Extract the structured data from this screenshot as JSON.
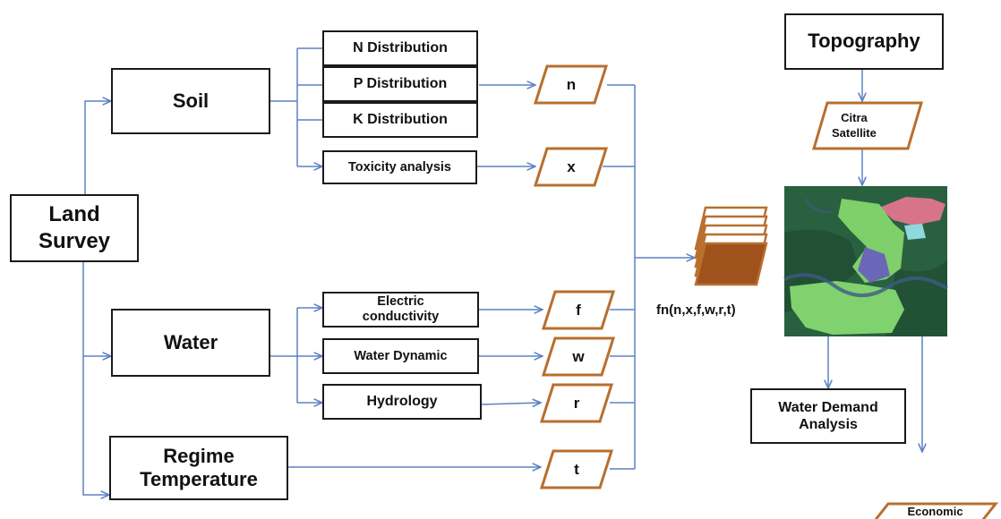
{
  "nodes": {
    "land_survey": "Land\nSurvey",
    "soil": "Soil",
    "water": "Water",
    "regime_temperature": "Regime\nTemperature",
    "n_distribution": "N Distribution",
    "p_distribution": "P Distribution",
    "k_distribution": "K Distribution",
    "toxicity_analysis": "Toxicity analysis",
    "electric_conductivity": "Electric\nconductivity",
    "water_dynamic": "Water Dynamic",
    "hydrology": "Hydrology",
    "topography": "Topography",
    "citra_satellite": "Citra\nSatellite",
    "water_demand_analysis": "Water Demand\nAnalysis",
    "economic_analysis": "Economic\nAnalysis"
  },
  "variables": {
    "n": "n",
    "x": "x",
    "f": "f",
    "w": "w",
    "r": "r",
    "t": "t"
  },
  "function_label": "fn(n,x,f,w,r,t)",
  "colors": {
    "connector": "#5b82c4",
    "box_border": "#1a1a1a",
    "parallelogram_border": "#b86f2e",
    "layer_fill": "#a0521d"
  },
  "image": {
    "name": "satellite-land-classification-map",
    "regions": [
      "dark-green-vegetation",
      "light-green-parcel",
      "pink-parcel",
      "blue-parcel",
      "river"
    ]
  }
}
